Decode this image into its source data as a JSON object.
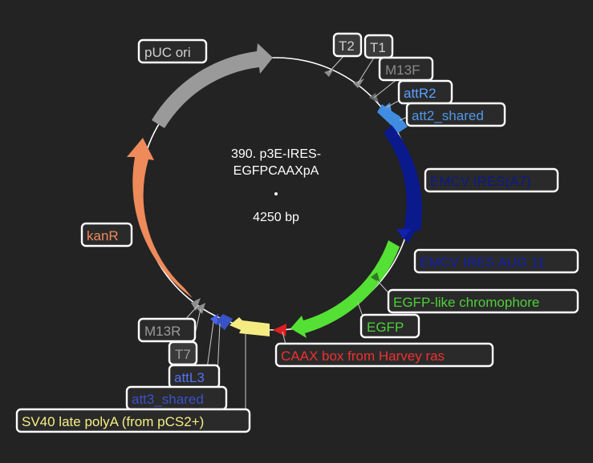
{
  "plasmid": {
    "name_line1": "390. p3E-IRES-",
    "name_line2": "EGFPCAAXpA",
    "size": "4250 bp"
  },
  "features": [
    {
      "label": "pUC ori",
      "color": "#9a9a9a",
      "text_color": "#d0d0d0",
      "kind": "arc"
    },
    {
      "label": "T2",
      "color": "#8e8e8e",
      "text_color": "#d0d0d0",
      "kind": "marker"
    },
    {
      "label": "T1",
      "color": "#8e8e8e",
      "text_color": "#d0d0d0",
      "kind": "marker"
    },
    {
      "label": "M13F",
      "color": "#7a7a7a",
      "text_color": "#8a8a8a",
      "kind": "marker"
    },
    {
      "label": "attR2",
      "color": "#4a8fe0",
      "text_color": "#5aa0ff",
      "kind": "marker"
    },
    {
      "label": "att2_shared",
      "color": "#3f8ce0",
      "text_color": "#4f98e8",
      "kind": "arc"
    },
    {
      "label": "EMCV IRES(A7)",
      "color": "#0a1a8c",
      "text_color": "#0a1a8c",
      "kind": "arc"
    },
    {
      "label": "EMCV IRES AUG 11",
      "color": "#0a1a8c",
      "text_color": "#1020b0",
      "kind": "marker"
    },
    {
      "label": "EGFP-like chromophore",
      "color": "#3a8a2a",
      "text_color": "#4fcf3a",
      "kind": "marker"
    },
    {
      "label": "EGFP",
      "color": "#55e035",
      "text_color": "#4fcf3a",
      "kind": "arc"
    },
    {
      "label": "CAAX box from Harvey ras",
      "color": "#e02020",
      "text_color": "#ef3030",
      "kind": "arc"
    },
    {
      "label": "SV40 late polyA (from pCS2+)",
      "color": "#f4ec82",
      "text_color": "#f6ee84",
      "kind": "arc"
    },
    {
      "label": "att3_shared",
      "color": "#3a52c8",
      "text_color": "#3a52c8",
      "kind": "arc"
    },
    {
      "label": "attL3",
      "color": "#4a64e8",
      "text_color": "#5470f0",
      "kind": "marker"
    },
    {
      "label": "T7",
      "color": "#8e8e8e",
      "text_color": "#9a9a9a",
      "kind": "marker"
    },
    {
      "label": "M13R",
      "color": "#8e8e8e",
      "text_color": "#9a9a9a",
      "kind": "marker"
    },
    {
      "label": "kanR",
      "color": "#ef8a5a",
      "text_color": "#ef8a5a",
      "kind": "arc"
    }
  ]
}
